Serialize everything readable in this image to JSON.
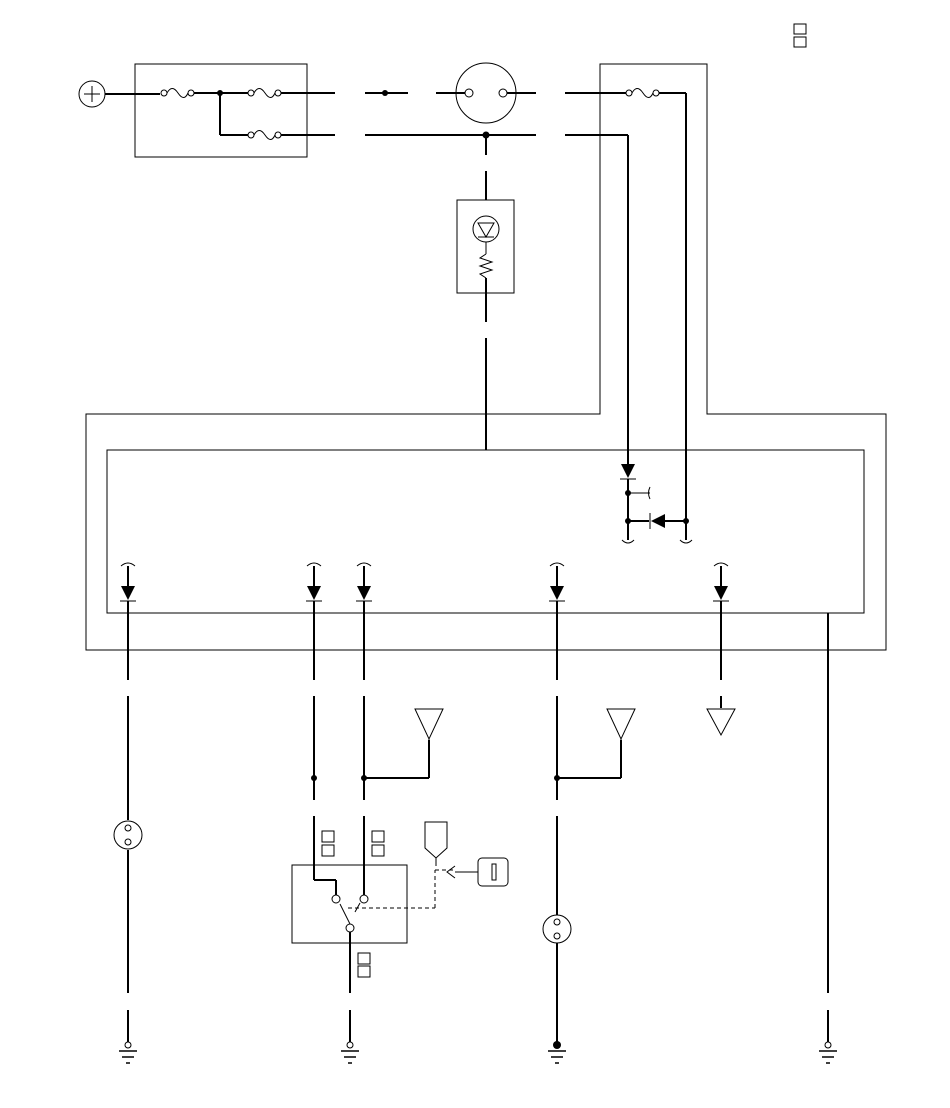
{
  "diagram": {
    "type": "wiring-schematic",
    "colors": {
      "line": "#000000",
      "background": "#ffffff"
    },
    "symbols": [
      "battery-positive",
      "fuse",
      "connector",
      "led-indicator",
      "resistor",
      "control-unit",
      "diode",
      "antenna",
      "key-switch",
      "ground"
    ],
    "grounds": 4,
    "antennas": 3,
    "fuses": 4
  }
}
